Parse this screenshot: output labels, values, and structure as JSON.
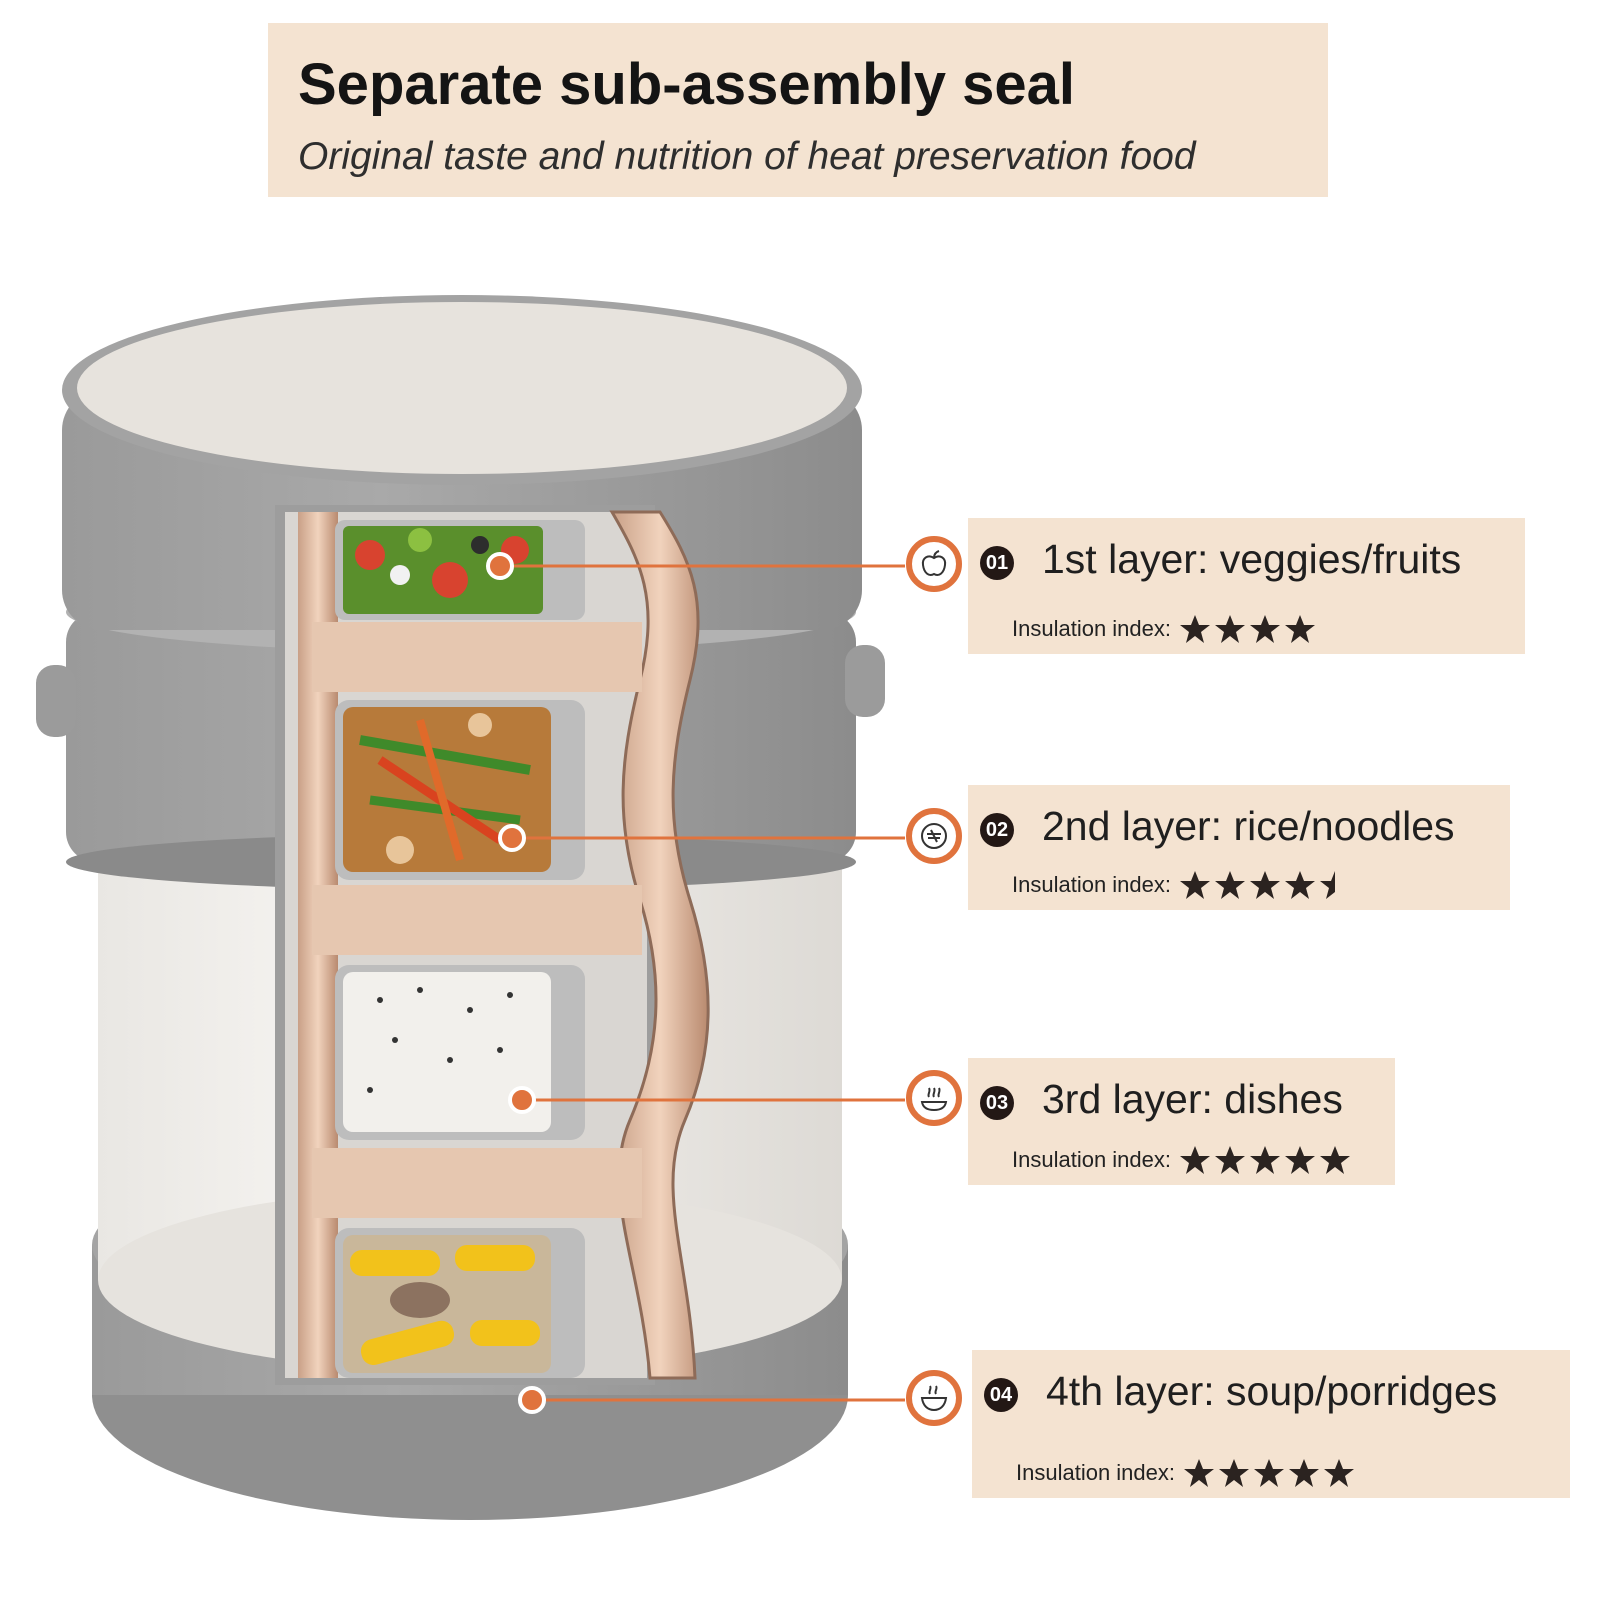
{
  "header": {
    "title": "Separate sub-assembly seal",
    "subtitle": "Original taste and nutrition of heat preservation food"
  },
  "accent_color": "#e0733d",
  "box_color": "#f4e3d1",
  "insulation_label": "Insulation index:",
  "layers": [
    {
      "badge": "01",
      "label": "1st layer: veggies/fruits",
      "icon": "apple-icon",
      "rating": 4
    },
    {
      "badge": "02",
      "label": "2nd layer: rice/noodles",
      "icon": "plate-icon",
      "rating": 4.5
    },
    {
      "badge": "03",
      "label": "3rd layer: dishes",
      "icon": "steaming-dish-icon",
      "rating": 5
    },
    {
      "badge": "04",
      "label": "4th layer: soup/porridges",
      "icon": "soup-bowl-icon",
      "rating": 5
    }
  ]
}
